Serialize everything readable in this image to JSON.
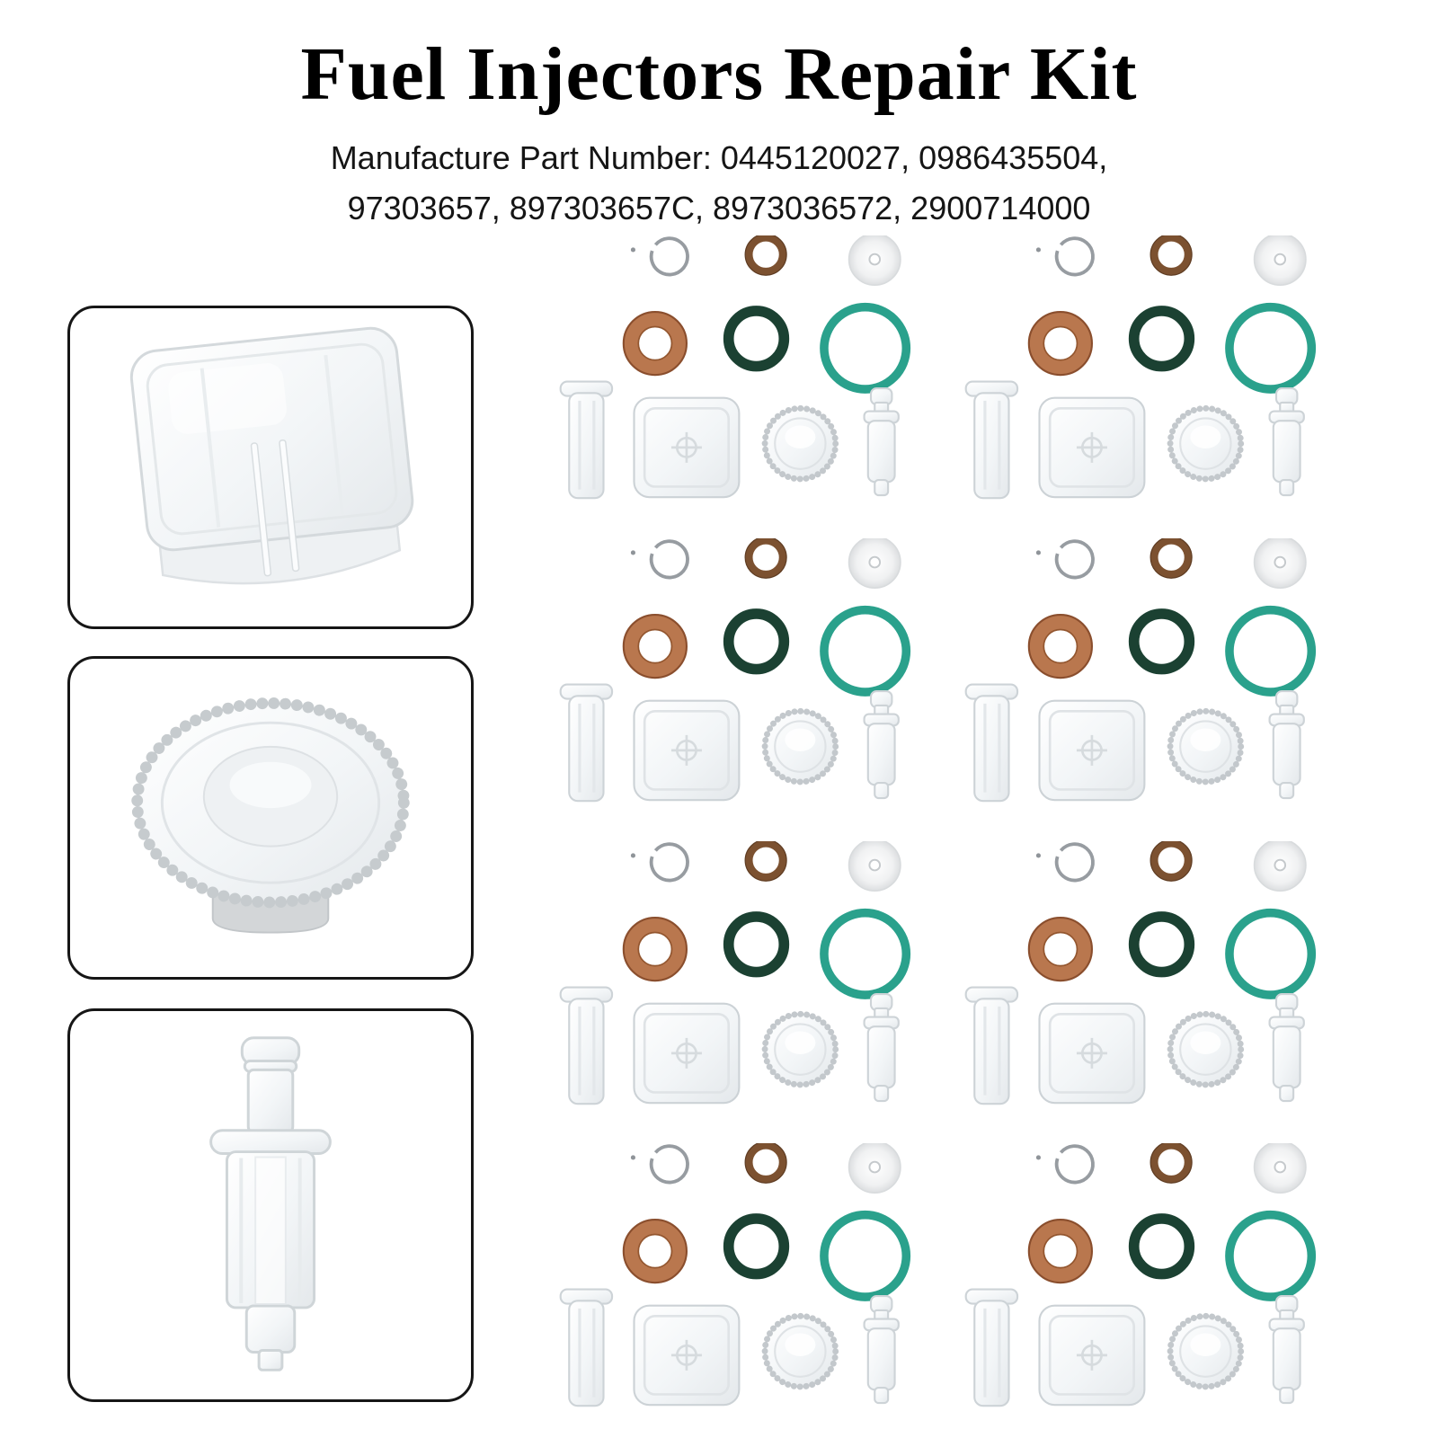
{
  "header": {
    "title": "Fuel Injectors Repair Kit",
    "part_numbers_line1": "Manufacture Part Number: 0445120027, 0986435504,",
    "part_numbers_line2": "97303657, 897303657C, 8973036572, 2900714000"
  },
  "insets": [
    {
      "name": "plastic-square-cap-detail"
    },
    {
      "name": "knurled-filter-cap-detail"
    },
    {
      "name": "plastic-nozzle-connector-detail"
    }
  ],
  "kit_grid": {
    "groups": 8,
    "columns": 2,
    "rows": 4,
    "parts_per_group": [
      "steel-snap-ring",
      "brown-o-ring",
      "white-nylon-washer",
      "copper-crush-washer",
      "dark-green-o-ring",
      "teal-o-ring",
      "plastic-cap-sleeve",
      "plastic-square-cap",
      "knurled-filter-cap",
      "plastic-nozzle-connector"
    ]
  },
  "colors": {
    "copper_washer": "#b9774e",
    "brown_o_ring": "#7c5130",
    "dark_green_o_ring": "#1b4132",
    "teal_o_ring": "#2aa18c",
    "snap_ring": "#979ca1",
    "plastic_outline": "#cdd3d7",
    "title_text": "#000000"
  }
}
